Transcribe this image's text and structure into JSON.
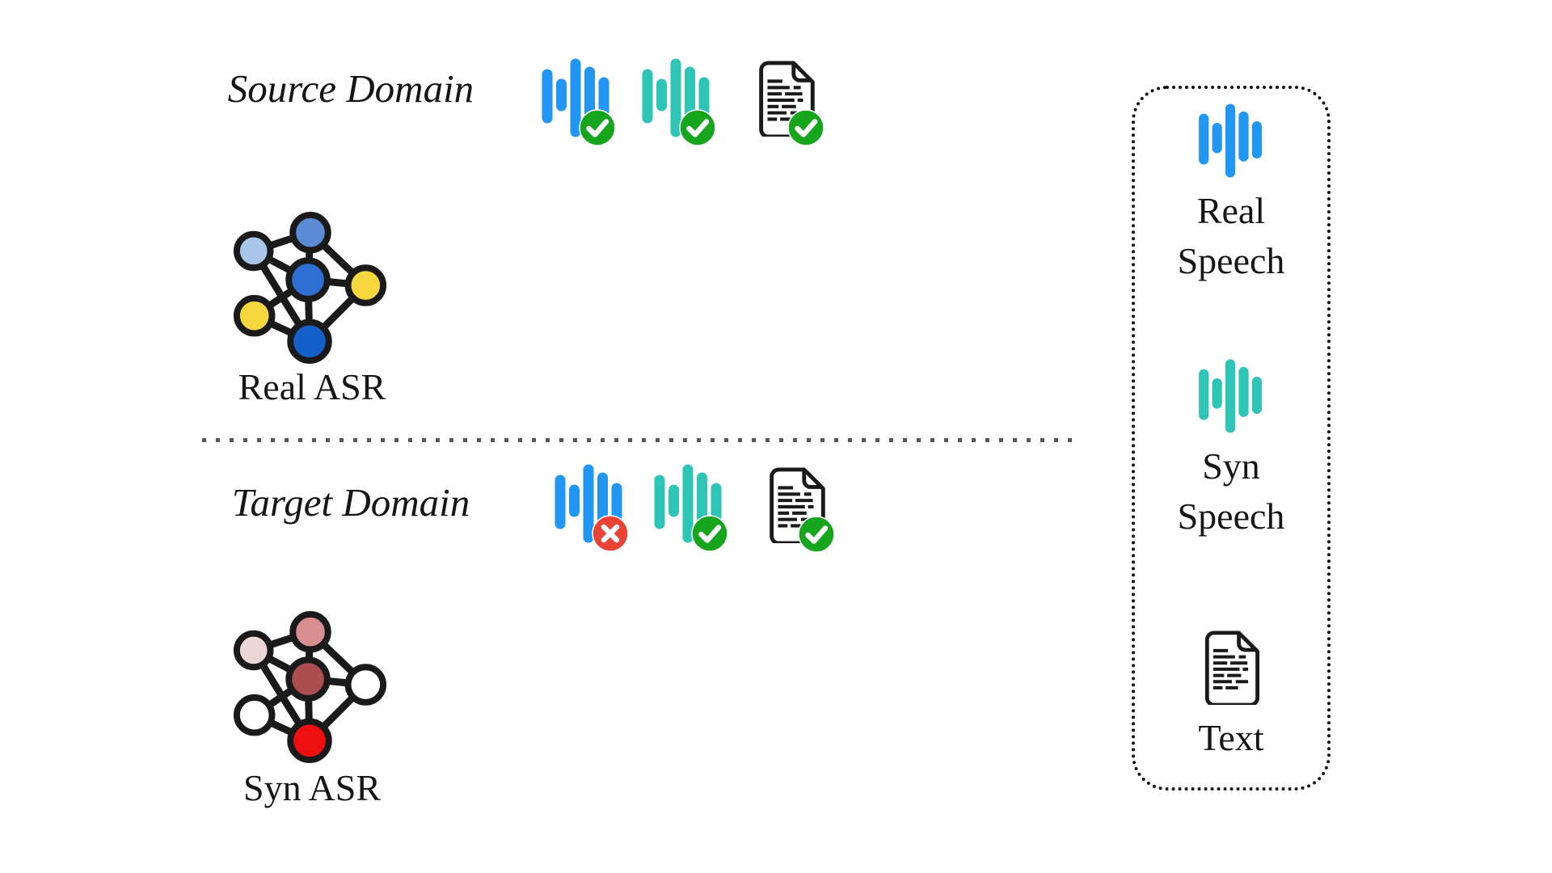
{
  "colors": {
    "real_speech": "#2196F3",
    "syn_speech": "#2EC4B6",
    "check_green": "#16A51C",
    "cross_red": "#EA4335",
    "divider": "#565656",
    "ink": "#1A1A1A",
    "net_real": {
      "top": "#5B8BD5",
      "left_upper": "#A9C6EA",
      "center": "#2D6FD2",
      "right": "#F6D83E",
      "left_lower": "#F6D83E",
      "bottom": "#1560C8"
    },
    "net_syn": {
      "top": "#D78F92",
      "left_upper": "#ECD6D7",
      "center": "#AC4D4F",
      "right": "#FFFFFF",
      "left_lower": "#FFFFFF",
      "bottom": "#EE0F0F"
    }
  },
  "source_section": {
    "label": "Source Domain",
    "model_label": "Real ASR",
    "model_icon": "neural-network-icon",
    "items": [
      {
        "icon": "real-speech-waveform-icon",
        "status": "check"
      },
      {
        "icon": "syn-speech-waveform-icon",
        "status": "check"
      },
      {
        "icon": "text-document-icon",
        "status": "check"
      }
    ]
  },
  "target_section": {
    "label": "Target Domain",
    "model_label": "Syn ASR",
    "model_icon": "neural-network-icon",
    "items": [
      {
        "icon": "real-speech-waveform-icon",
        "status": "cross"
      },
      {
        "icon": "syn-speech-waveform-icon",
        "status": "check"
      },
      {
        "icon": "text-document-icon",
        "status": "check"
      }
    ]
  },
  "legend": {
    "items": [
      {
        "icon": "real-speech-waveform-icon",
        "label": "Real Speech"
      },
      {
        "icon": "syn-speech-waveform-icon",
        "label": "Syn Speech"
      },
      {
        "icon": "text-document-icon",
        "label": "Text"
      }
    ]
  }
}
